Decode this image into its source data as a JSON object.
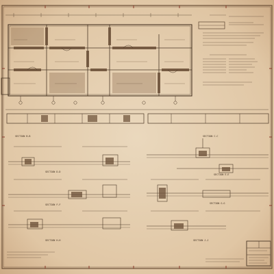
{
  "drawing": {
    "colors": {
      "paper": "#e4cfb2",
      "paper_edge": "#cfb08d",
      "ink": "#4a3726",
      "ink_light": "#7a6048",
      "accent_red": "#8c3a2a"
    },
    "section_titles": [
      "SECTION B-B",
      "SECTION C-C",
      "SECTION D-D",
      "SECTION E-E",
      "SECTION F-F",
      "SECTION G-G",
      "SECTION H-H",
      "SECTION J-J"
    ]
  }
}
